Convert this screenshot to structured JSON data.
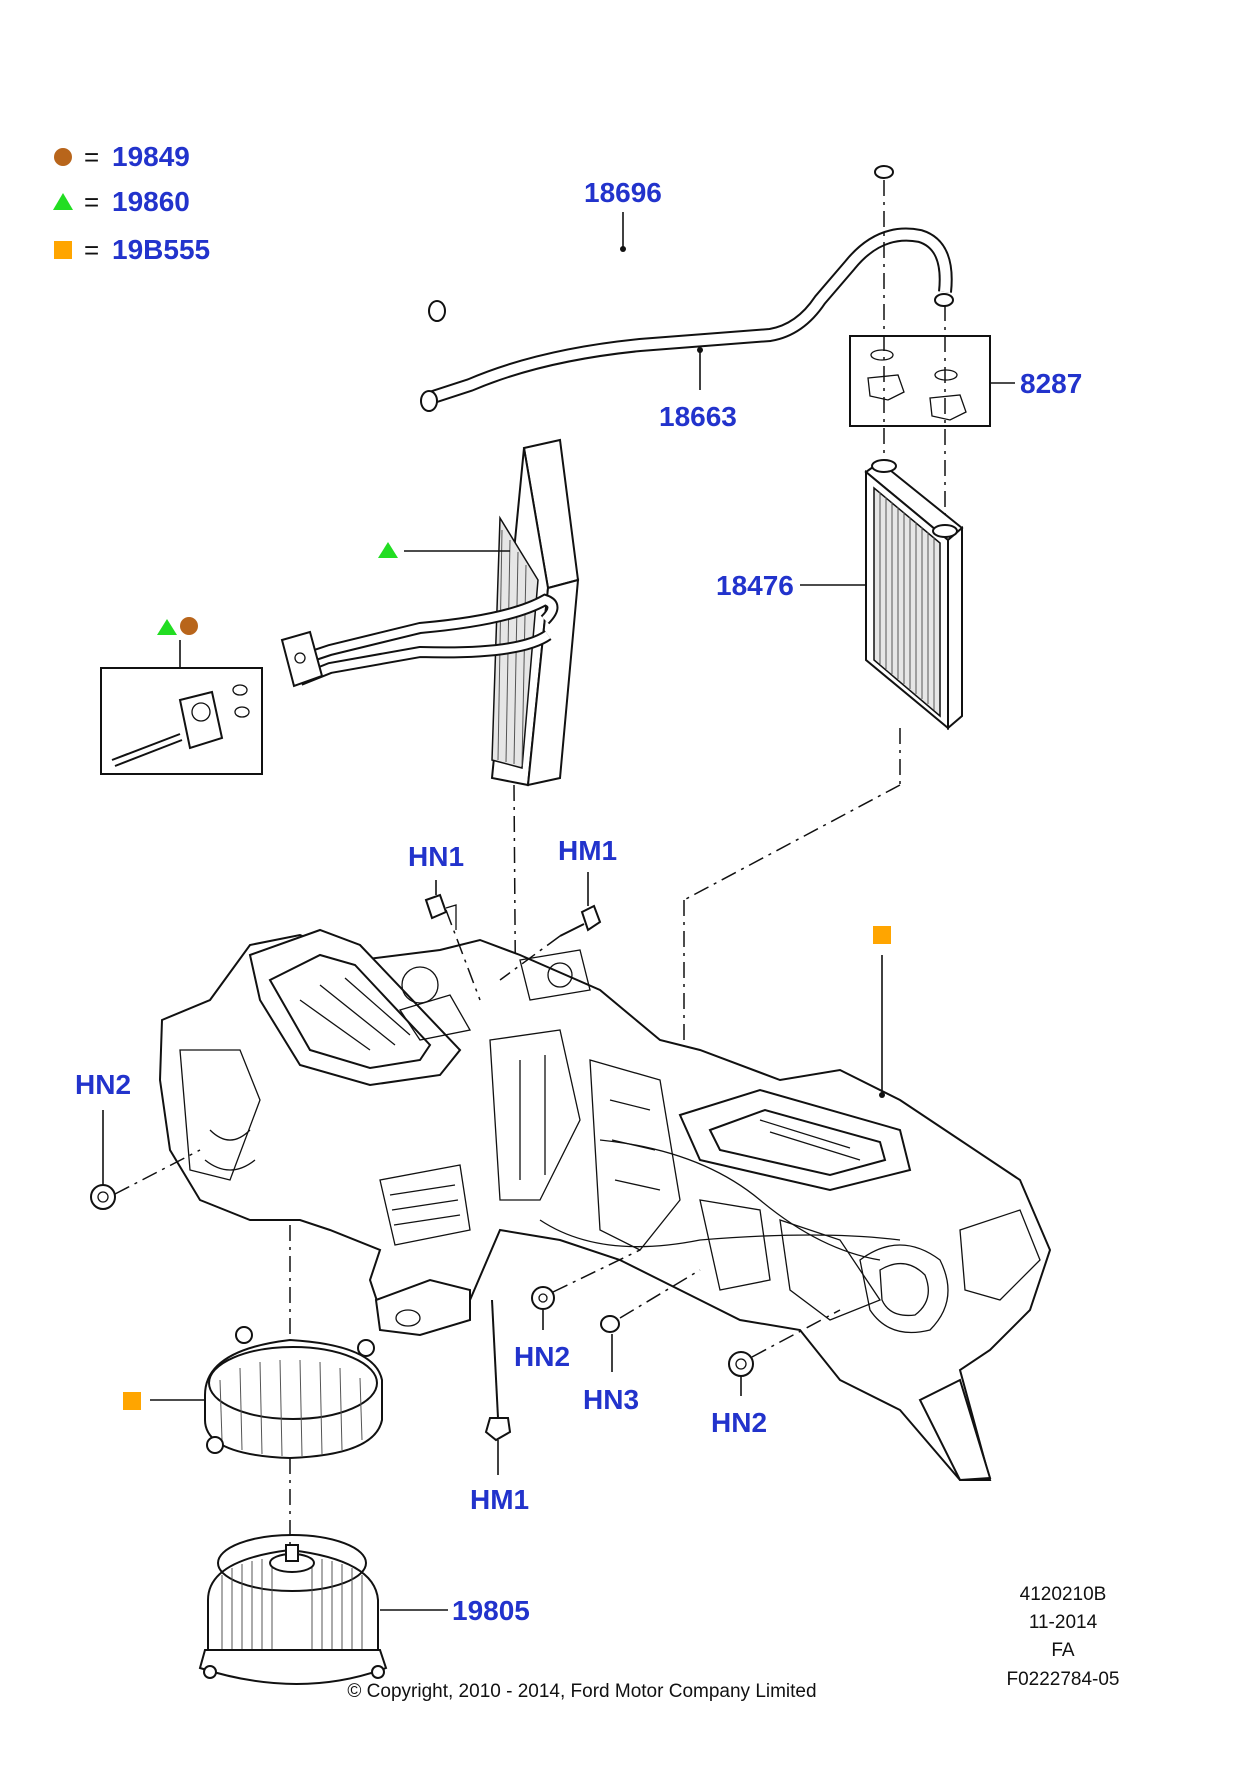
{
  "legend": [
    {
      "symbol": "circle",
      "color": "#b8651b",
      "eq": "=",
      "code": "19849"
    },
    {
      "symbol": "triangle",
      "color": "#22dd22",
      "eq": "=",
      "code": "19860"
    },
    {
      "symbol": "square",
      "color": "#ffa500",
      "eq": "=",
      "code": "19B555"
    }
  ],
  "labels": {
    "hose_upper": "18696",
    "hose_lower": "18663",
    "clip_box": "8287",
    "heater_core": "18476",
    "hn1": "HN1",
    "hm1_top": "HM1",
    "hn2_left": "HN2",
    "hn2_mid": "HN2",
    "hn3": "HN3",
    "hn2_right": "HN2",
    "hm1_bottom": "HM1",
    "blower_motor": "19805"
  },
  "info": {
    "ref": "4120210B",
    "date": "11-2014",
    "fa": "FA",
    "figure": "F0222784-05",
    "copyright": "© Copyright, 2010 - 2014, Ford Motor Company Limited"
  },
  "colors": {
    "label_blue": "#2233cc",
    "brown": "#b8651b",
    "green": "#22dd22",
    "orange": "#ffa500"
  }
}
